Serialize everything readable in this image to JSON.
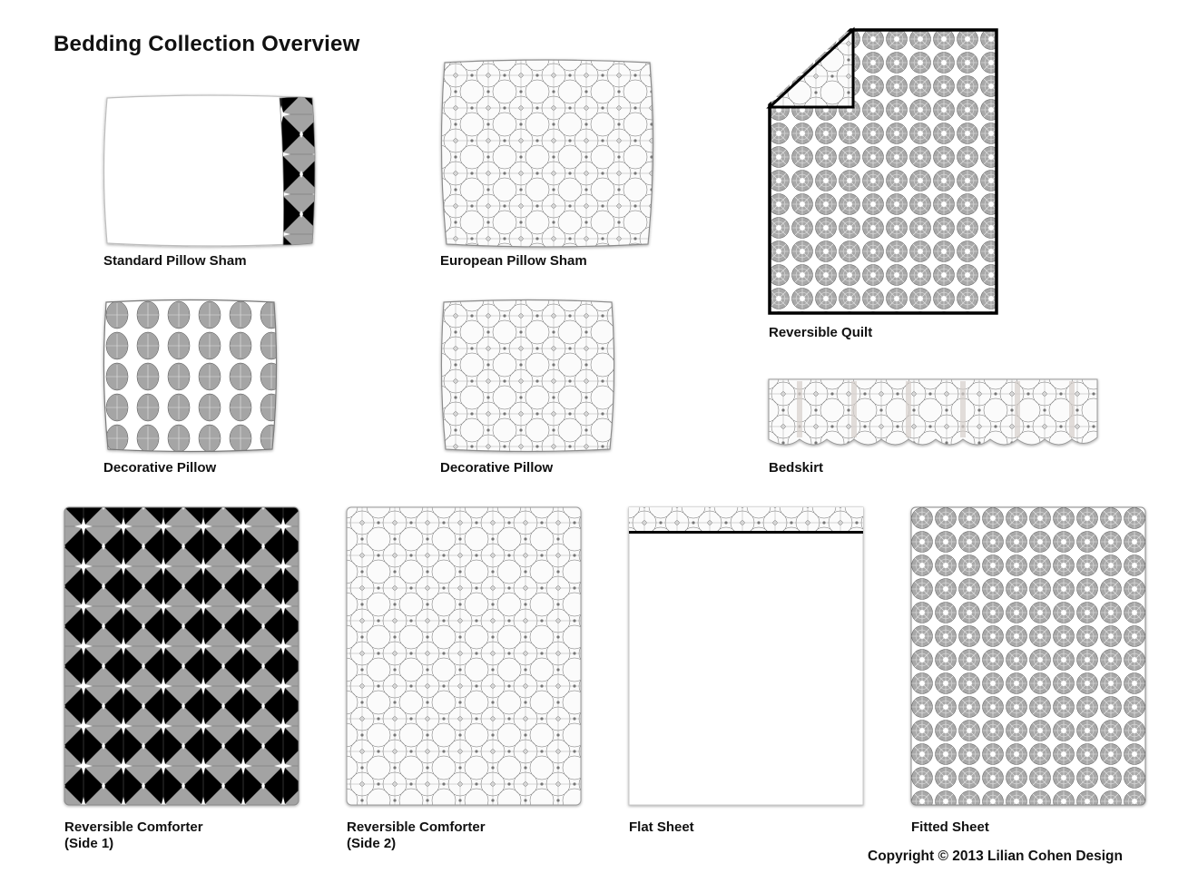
{
  "page": {
    "title": "Bedding Collection Overview",
    "copyright": "Copyright © 2013 Lilian Cohen Design"
  },
  "items": {
    "standard_sham": {
      "label": "Standard Pillow Sham"
    },
    "european_sham": {
      "label": "European Pillow Sham"
    },
    "quilt": {
      "label": "Reversible Quilt"
    },
    "deco_pillow_1": {
      "label": "Decorative Pillow"
    },
    "deco_pillow_2": {
      "label": "Decorative Pillow"
    },
    "bedskirt": {
      "label": "Bedskirt"
    },
    "comforter_1": {
      "label_line1": "Reversible Comforter",
      "label_line2": "(Side 1)"
    },
    "comforter_2": {
      "label_line1": "Reversible Comforter",
      "label_line2": "(Side 2)"
    },
    "flat_sheet": {
      "label": "Flat Sheet"
    },
    "fitted_sheet": {
      "label": "Fitted Sheet"
    }
  },
  "colors": {
    "pattern_ink": "#3a3a3a",
    "fabric_gray": "#9c9c9c",
    "fabric_white": "#ffffff",
    "trim_black": "#000000"
  }
}
